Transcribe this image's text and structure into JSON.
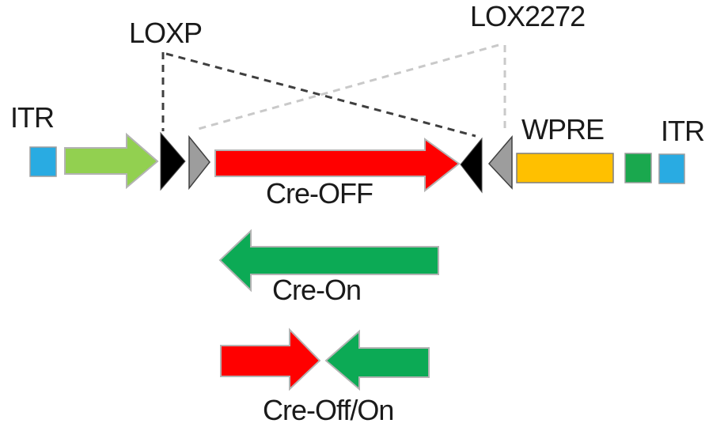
{
  "labels": {
    "itr_left": "ITR",
    "loxp": "LOXP",
    "lox2272": "LOX2272",
    "wpre": "WPRE",
    "itr_right": "ITR",
    "cre_off": "Cre-OFF",
    "cre_on": "Cre-On",
    "cre_off_on": "Cre-Off/On"
  },
  "colors": {
    "itr_blue": "#29abe2",
    "promoter_green": "#92d050",
    "orf_red": "#ff0000",
    "orf_green": "#0caa55",
    "reporter_green_box": "#1aa84e",
    "wpre_orange": "#ffc000",
    "loxp_black": "#000000",
    "lox2272_gray": "#9d9d9d",
    "dashed_dark": "#3f3f3f",
    "dashed_light": "#c9c9c9"
  }
}
